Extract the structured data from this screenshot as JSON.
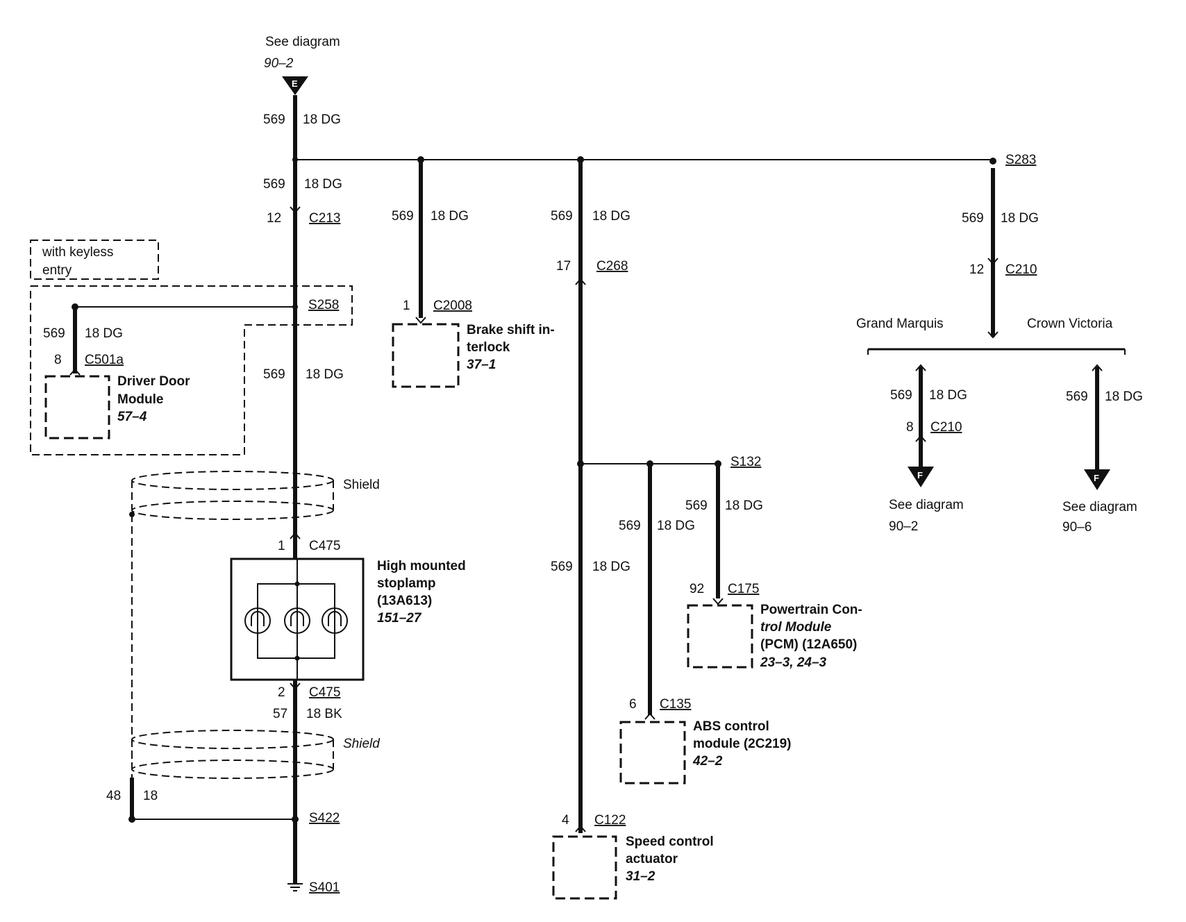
{
  "refs": {
    "top_see": "See diagram",
    "top_num": "90–2",
    "top_letter": "E",
    "gm_see": "See diagram",
    "gm_num": "90–2",
    "gm_letter": "F",
    "cv_see": "See diagram",
    "cv_num": "90–6",
    "cv_letter": "F"
  },
  "wire": {
    "circuit": "569",
    "gauge": "18 DG",
    "circuit_bk": "57",
    "gauge_bk": "18 BK",
    "shield_circuit": "48",
    "shield_gauge": "18"
  },
  "pins": {
    "c213": "12",
    "c2008": "1",
    "c501a": "8",
    "c268": "17",
    "c210_top": "12",
    "c210_gm": "8",
    "c475_top": "1",
    "c475_bot": "2",
    "c175": "92",
    "c135": "6",
    "c122": "4"
  },
  "connectors": {
    "c213": "C213",
    "c2008": "C2008",
    "c501a": "C501a",
    "c268": "C268",
    "c210": "C210",
    "c475": "C475",
    "c175": "C175",
    "c135": "C135",
    "c122": "C122"
  },
  "splices": {
    "s258": "S258",
    "s283": "S283",
    "s132": "S132",
    "s422": "S422",
    "s401": "S401"
  },
  "labels": {
    "keyless_1": "with keyless",
    "keyless_2": "entry",
    "shield": "Shield",
    "grand_marquis": "Grand Marquis",
    "crown_victoria": "Crown Victoria"
  },
  "components": {
    "ddm_1": "Driver Door",
    "ddm_2": "Module",
    "ddm_ref": "57–4",
    "bsi_1": "Brake shift in-",
    "bsi_2": "terlock",
    "bsi_ref": "37–1",
    "hms_1": "High mounted",
    "hms_2": "stoplamp",
    "hms_3": "(13A613)",
    "hms_ref": "151–27",
    "pcm_1": "Powertrain Con-",
    "pcm_2": "trol Module",
    "pcm_3": "(PCM) (12A650)",
    "pcm_ref": "23–3, 24–3",
    "abs_1": "ABS control",
    "abs_2": "module (2C219)",
    "abs_ref": "42–2",
    "sca_1": "Speed control",
    "sca_2": "actuator",
    "sca_ref": "31–2"
  }
}
